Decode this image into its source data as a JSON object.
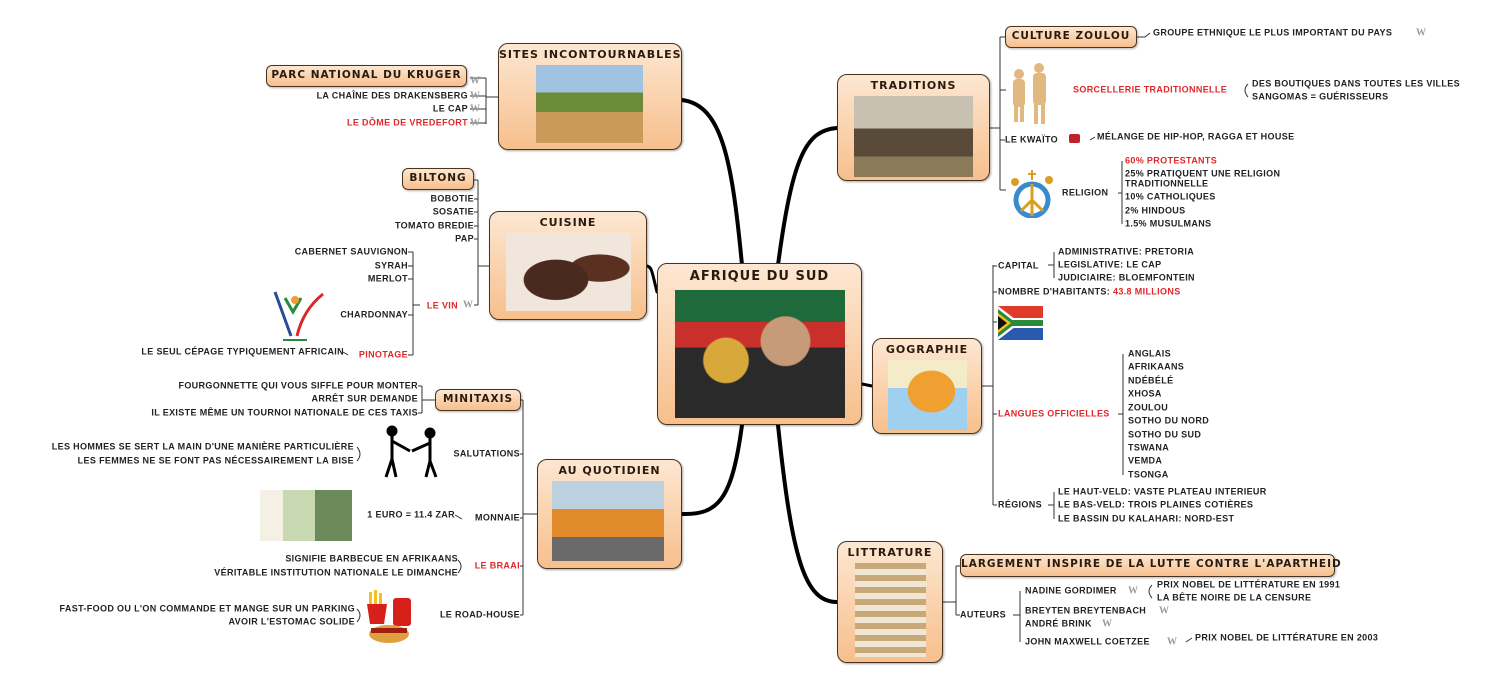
{
  "center": {
    "title": "AFRIQUE DU SUD"
  },
  "icons": {
    "wiki": "W"
  },
  "sites": {
    "title": "SITES INCONTOURNABLES",
    "kruger": "PARC NATIONAL DU KRUGER",
    "items": [
      "LA CHAÎNE DES DRAKENSBERG",
      "LE CAP",
      "LE DÔME DE VREDEFORT"
    ]
  },
  "cuisine": {
    "title": "CUISINE",
    "biltong": "BILTONG",
    "items": [
      "BOBOTIE",
      "SOSATIE",
      "TOMATO BREDIE",
      "PAP"
    ],
    "vin": {
      "label": "LE VIN",
      "items": [
        "CABERNET SAUVIGNON",
        "SYRAH",
        "MERLOT",
        "CHARDONNAY"
      ],
      "pinotage": "PINOTAGE",
      "pinotage_note": "LE SEUL CÉPAGE TYPIQUEMENT AFRICAIN"
    }
  },
  "quotidien": {
    "title": "AU QUOTIDIEN",
    "minitaxis": {
      "label": "MINITAXIS",
      "items": [
        "FOURGONNETTE QUI VOUS SIFFLE  POUR MONTER",
        "ARRÊT SUR DEMANDE",
        "IL EXISTE MÊME UN TOURNOI NATIONALE DE CES TAXIS"
      ]
    },
    "salutations": {
      "label": "SALUTATIONS",
      "items": [
        "LES HOMMES SE SERT LA MAIN D'UNE MANIÈRE PARTICULIÈRE",
        "LES FEMMES NE SE FONT PAS NÉCESSAIREMENT LA BISE"
      ]
    },
    "monnaie": {
      "label": "MONNAIE",
      "rate": "1 EURO = 11.4 ZAR"
    },
    "braai": {
      "label": "LE BRAAI",
      "items": [
        "SIGNIFIE BARBECUE EN AFRIKAANS",
        "VÉRITABLE INSTITUTION NATIONALE LE DIMANCHE"
      ]
    },
    "roadhouse": {
      "label": "LE ROAD-HOUSE",
      "items": [
        "FAST-FOOD OU L'ON COMMANDE ET MANGE SUR UN PARKING",
        "AVOIR L'ESTOMAC SOLIDE"
      ]
    }
  },
  "traditions": {
    "title": "TRADITIONS",
    "zoulou": {
      "label": "CULTURE ZOULOU",
      "note": "GROUPE ETHNIQUE LE PLUS IMPORTANT DU PAYS"
    },
    "sorcellerie": {
      "label": "SORCELLERIE TRADITIONNELLE",
      "items": [
        "DES BOUTIQUES DANS TOUTES LES VILLES",
        "SANGOMAS = GUÉRISSEURS"
      ]
    },
    "kwaito": {
      "label": "LE KWAÏTO",
      "note": "MÉLANGE DE HIP-HOP, RAGGA ET HOUSE"
    },
    "religion": {
      "label": "RELIGION",
      "items": [
        "60% PROTESTANTS",
        "25% PRATIQUENT UNE RELIGION",
        "TRADITIONNELLE",
        "10% CATHOLIQUES",
        "2% HINDOUS",
        "1.5% MUSULMANS"
      ]
    }
  },
  "geographie": {
    "title": "GOGRAPHIE",
    "capital": {
      "label": "CAPITAL",
      "items": [
        "ADMINISTRATIVE: PRETORIA",
        "LEGISLATIVE: LE CAP",
        "JUDICIAIRE: BLOEMFONTEIN"
      ]
    },
    "habitants": {
      "label": "NOMBRE D'HABITANTS:",
      "value": "43.8 MILLIONS"
    },
    "langues": {
      "label": "LANGUES OFFICIELLES",
      "items": [
        "ANGLAIS",
        "AFRIKAANS",
        "NDÉBÉLÉ",
        "XHOSA",
        "ZOULOU",
        "SOTHO DU NORD",
        "SOTHO DU SUD",
        "TSWANA",
        "VEMDA",
        "TSONGA"
      ]
    },
    "regions": {
      "label": "RÉGIONS",
      "items": [
        "LE HAUT-VELD: VASTE PLATEAU INTERIEUR",
        "LE BAS-VELD: TROIS PLAINES COTIÈRES",
        "LE BASSIN DU KALAHARI: NORD-EST"
      ]
    }
  },
  "litterature": {
    "title": "LITTRATURE",
    "inspire": "LARGEMENT INSPIRE DE LA LUTTE CONTRE L'APARTHEID",
    "auteurs": {
      "label": "AUTEURS",
      "names": [
        "NADINE GORDIMER",
        "BREYTEN BREYTENBACH",
        "ANDRÉ BRINK",
        "JOHN MAXWELL COETZEE"
      ],
      "gordimer_notes": [
        "PRIX NOBEL DE LITTÉRATURE EN 1991",
        "LA BÊTE NOIRE DE LA CENSURE"
      ],
      "coetzee_note": "PRIX NOBEL DE LITTÉRATURE EN 2003"
    }
  }
}
